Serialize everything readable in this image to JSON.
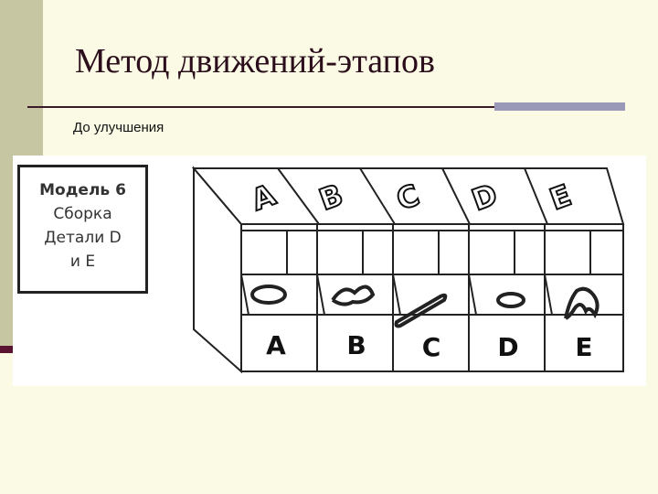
{
  "slide": {
    "title": "Метод движений-этапов",
    "subtitle": "До улучшения"
  },
  "figure": {
    "model_box": {
      "line1": "Модель 6",
      "line2": "Сборка",
      "line3": "Детали D",
      "line4": "и E"
    },
    "bins": [
      {
        "lid_letter": "A",
        "front_letter": "A",
        "part": "ring"
      },
      {
        "lid_letter": "B",
        "front_letter": "B",
        "part": "clip"
      },
      {
        "lid_letter": "C",
        "front_letter": "C",
        "part": "pin"
      },
      {
        "lid_letter": "D",
        "front_letter": "D",
        "part": "washer"
      },
      {
        "lid_letter": "E",
        "front_letter": "E",
        "part": "spring"
      }
    ]
  },
  "colors": {
    "background": "#fbfbe5",
    "left_bar": "#c6c6a2",
    "accent_bar": "#9a9ab8",
    "title_text": "#2b0d1c"
  }
}
